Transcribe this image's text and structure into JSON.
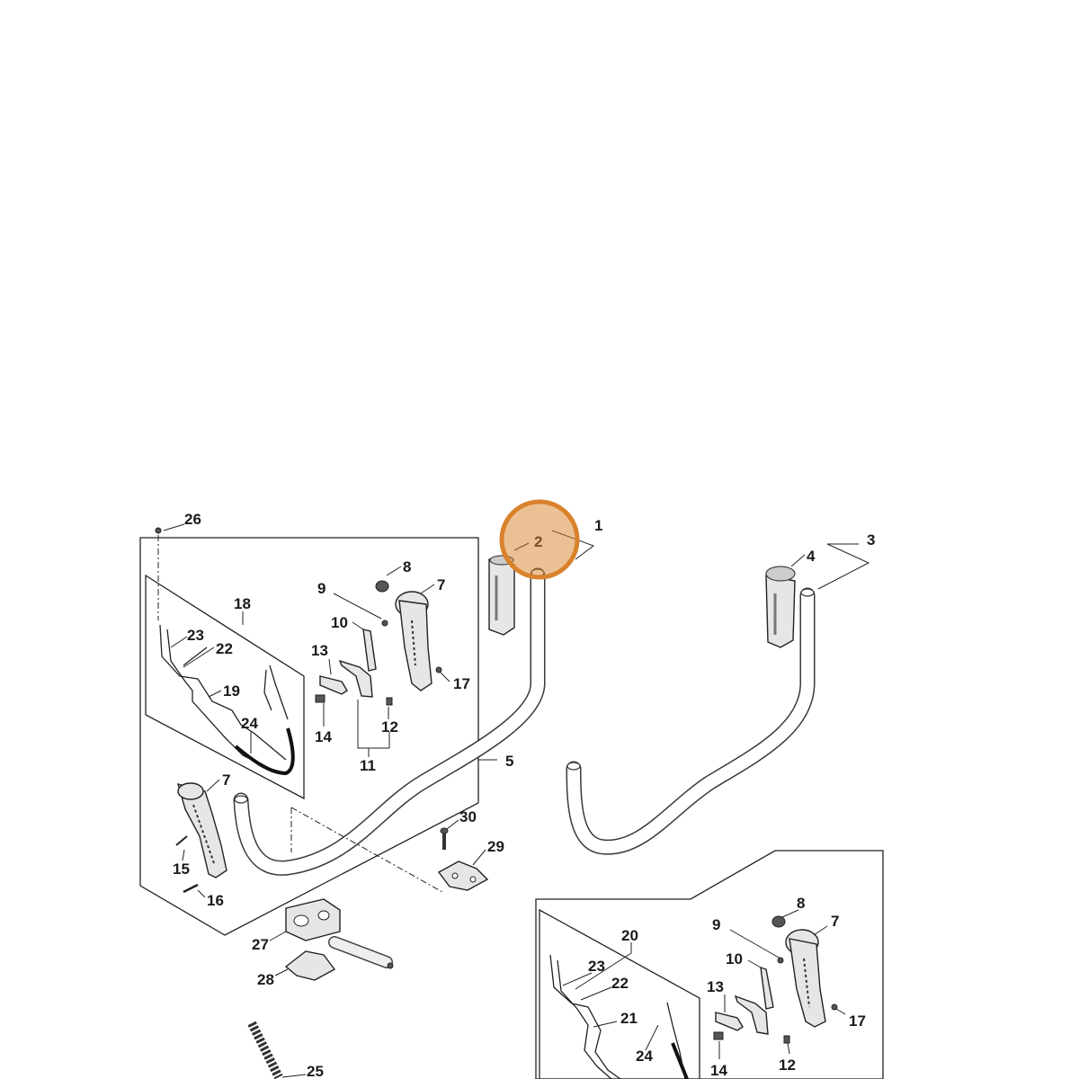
{
  "diagram": {
    "callouts": {
      "c1": "1",
      "c2": "2",
      "c3": "3",
      "c4": "4",
      "c5": "5",
      "c7a": "7",
      "c7b": "7",
      "c7c": "7",
      "c8a": "8",
      "c8b": "8",
      "c9a": "9",
      "c9b": "9",
      "c10a": "10",
      "c10b": "10",
      "c11": "11",
      "c12a": "12",
      "c12b": "12",
      "c13a": "13",
      "c13b": "13",
      "c14a": "14",
      "c14b": "14",
      "c15": "15",
      "c16": "16",
      "c17a": "17",
      "c17b": "17",
      "c18": "18",
      "c19": "19",
      "c20": "20",
      "c21": "21",
      "c22a": "22",
      "c22b": "22",
      "c23a": "23",
      "c23b": "23",
      "c24a": "24",
      "c24b": "24",
      "c25": "25",
      "c26": "26",
      "c27": "27",
      "c28": "28",
      "c29": "29",
      "c30": "30"
    },
    "highlight": {
      "target": "2",
      "color": "#d9822b"
    }
  }
}
